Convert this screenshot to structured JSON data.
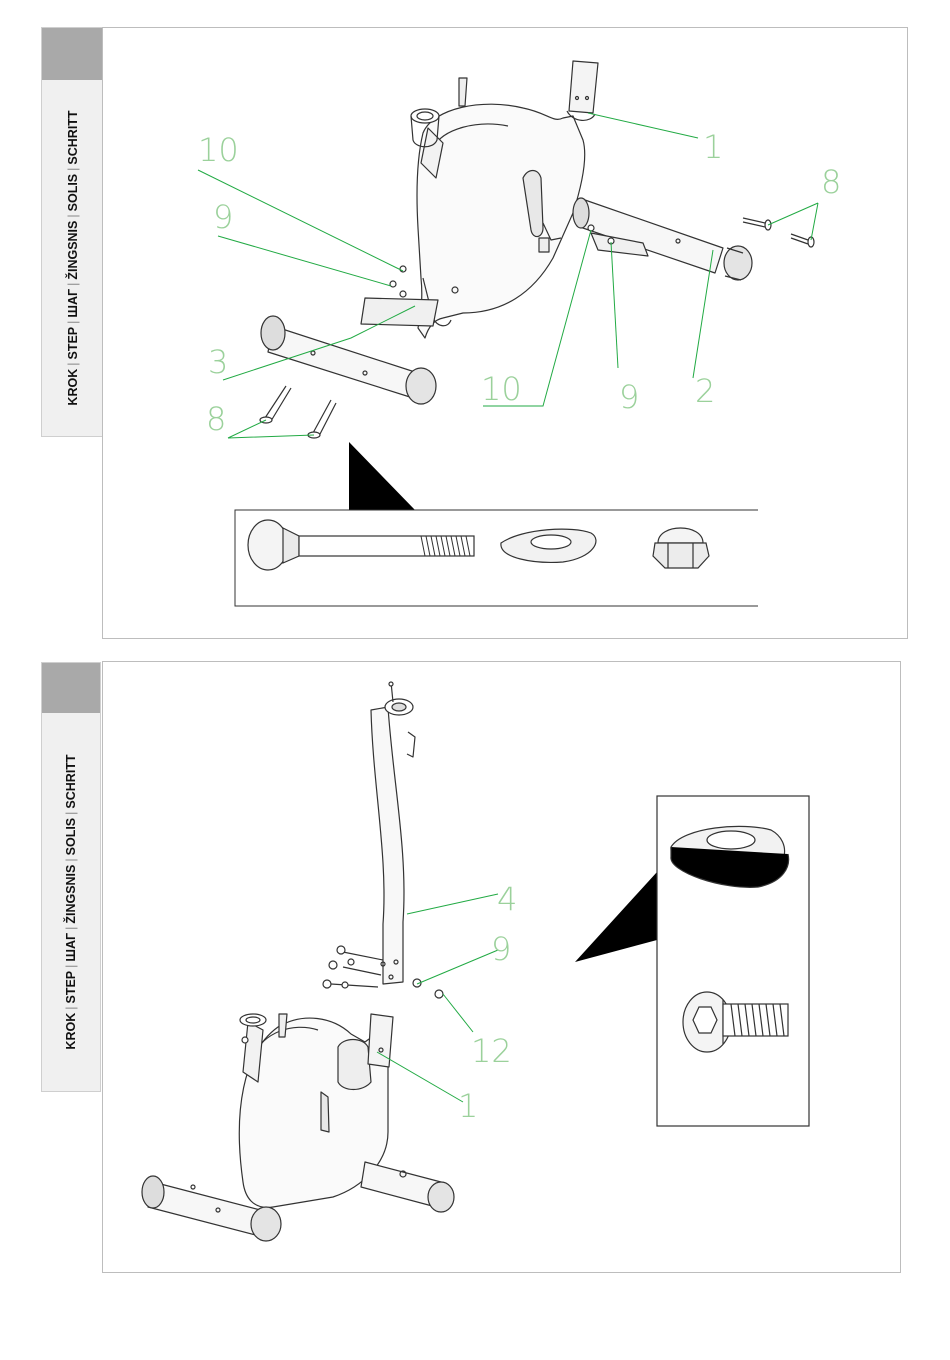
{
  "step_tab": {
    "words": [
      "KROK",
      "STEP",
      "ШАГ",
      "ŽINGSNIS",
      "SOLIS",
      "SCHRITT"
    ],
    "separator": "|"
  },
  "step1": {
    "callouts": {
      "part_1": "1",
      "part_2": "2",
      "part_3": "3",
      "part_8_right": "8",
      "part_8_left": "8",
      "part_9_left": "9",
      "part_9_right": "9",
      "part_10_left": "10",
      "part_10_right": "10"
    },
    "detail_items": [
      "carriage-bolt",
      "curved-washer",
      "acorn-nut"
    ]
  },
  "step2": {
    "callouts": {
      "part_1": "1",
      "part_4": "4",
      "part_9": "9",
      "part_12": "12"
    },
    "detail_items": [
      "curved-washer",
      "hex-socket-bolt"
    ]
  },
  "colors": {
    "callout_text": "#9bd19b",
    "leader_line": "#22aa44",
    "tab_head": "#a9a9a9",
    "tab_body": "#f0f0f0",
    "panel_border": "#bdbdbd",
    "drawing_line": "#333333"
  }
}
